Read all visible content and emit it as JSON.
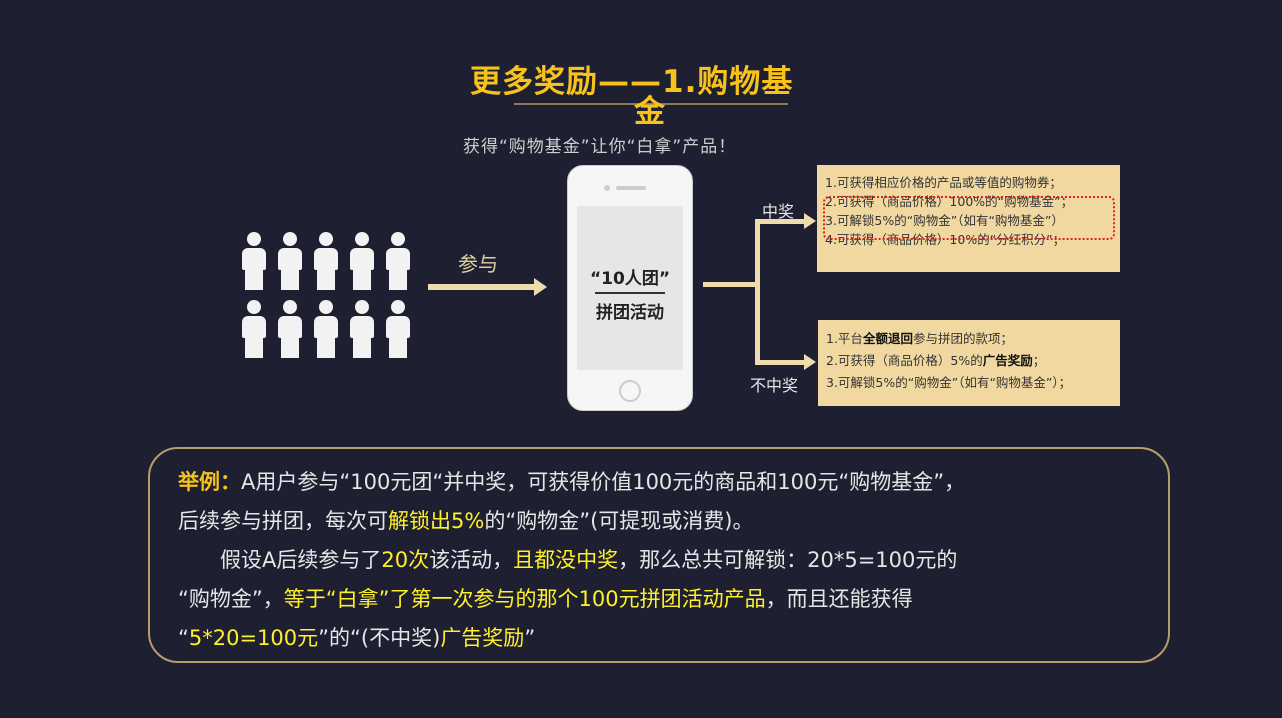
{
  "title": {
    "main": "更多奖励——1.购物基",
    "wrap": "金"
  },
  "subtitle": "获得“购物基金”让你“白拿”产品！",
  "diagram": {
    "join_label": "参与",
    "phone_line1": "“10人团”",
    "phone_line2": "拼团活动",
    "win_label": "中奖",
    "lose_label": "不中奖",
    "win_items": [
      "1.可获得相应价格的产品或等值的购物券；",
      "2.可获得（商品价格）100%的“购物基金”；",
      "3.可解锁5%的“购物金”（如有“购物基金”）",
      "4.可获得（商品价格）10%的“分红积分”；"
    ],
    "lose_items": [
      [
        {
          "t": "1.平台"
        },
        {
          "t": "全额退回",
          "b": true
        },
        {
          "t": "参与拼团的款项；"
        }
      ],
      [
        {
          "t": "2.可获得（商品价格）5%的"
        },
        {
          "t": "广告奖励",
          "b": true
        },
        {
          "t": "；"
        }
      ],
      [
        {
          "t": "3.可解锁5%的“购物金”（如有“购物基金”）；"
        }
      ]
    ]
  },
  "example": {
    "lines": [
      [
        {
          "t": "举例：",
          "s": "lab"
        },
        {
          "t": "A用户参与“100元团“并中奖，可获得价值100元的商品和100元“购物基金”，"
        }
      ],
      [
        {
          "t": "后续参与拼团，每次可"
        },
        {
          "t": "解锁出5%",
          "s": "hl"
        },
        {
          "t": "的“购物金”(可提现或消费)。"
        }
      ],
      [
        {
          "t": "　　假设A后续参与了"
        },
        {
          "t": "20次",
          "s": "hl"
        },
        {
          "t": "该活动，"
        },
        {
          "t": "且都没中奖",
          "s": "hl"
        },
        {
          "t": "，那么总共可解锁：20*5=100元的"
        }
      ],
      [
        {
          "t": "“购物金”，"
        },
        {
          "t": "等于“白拿”了第一次参与的那个100元拼团活动产品",
          "s": "hl"
        },
        {
          "t": "，而且还能获得"
        }
      ],
      [
        {
          "t": "“"
        },
        {
          "t": "5*20=100元",
          "s": "hl"
        },
        {
          "t": "”的“(不中奖)"
        },
        {
          "t": "广告奖励",
          "s": "hl"
        },
        {
          "t": "”"
        }
      ]
    ]
  },
  "colors": {
    "background": "#1e2031",
    "title": "#f6c21b",
    "highlight": "#fff02a",
    "box": "#f0d8a0",
    "border": "#b79c6c"
  }
}
